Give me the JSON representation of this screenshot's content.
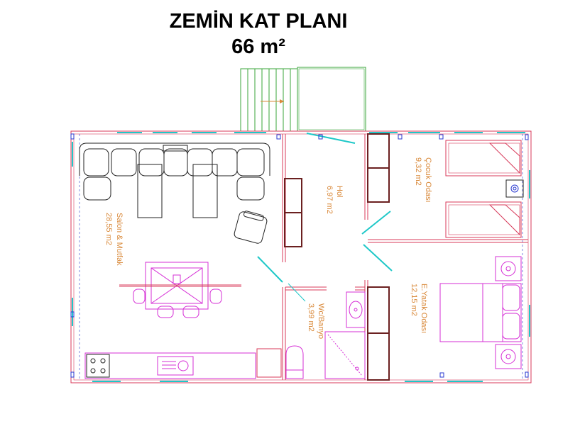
{
  "title": "ZEMİN KAT PLANI",
  "total_area": "66 m²",
  "colors": {
    "wall_outline": "#d83a5a",
    "furniture": "#d62fd6",
    "door_window": "#1ec8c8",
    "cabinet": "#6b2020",
    "stair": "#3aa43a",
    "label": "#d9893a",
    "blue_marker": "#2a3ad0"
  },
  "rooms": [
    {
      "name": "Salon & Mutfak",
      "area": "28,55 m2"
    },
    {
      "name": "Hol",
      "area": "6,97 m2"
    },
    {
      "name": "Çocuk Odası",
      "area": "9,32 m2"
    },
    {
      "name": "Wc/Banyo",
      "area": "3,99 m2"
    },
    {
      "name": "E.Yatak Odası",
      "area": "12,15 m2"
    }
  ]
}
